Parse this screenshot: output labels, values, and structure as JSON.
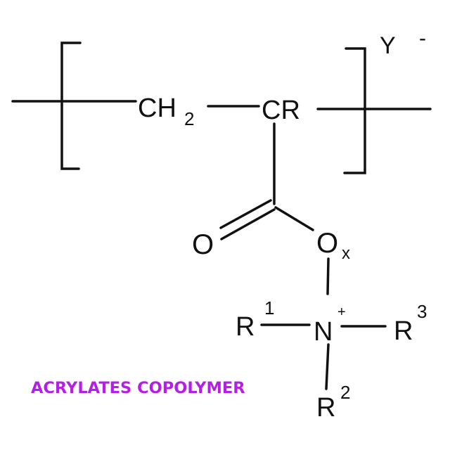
{
  "diagram": {
    "title": "ACRYLATES COPOLYMER",
    "colors": {
      "ink": "#111111",
      "caption": "#b41ee6",
      "background": "#ffffff"
    },
    "atoms": {
      "ch2": "CH",
      "ch2_sub": "2",
      "cr": "CR",
      "counter_ion": "Y",
      "counter_ion_charge": "-",
      "carbonyl_o": "O",
      "ester_o": "O",
      "ester_o_sub": "x",
      "nitrogen": "N",
      "nitrogen_charge": "+",
      "r1": "R",
      "r1_sup": "1",
      "r2": "R",
      "r2_sup": "2",
      "r3": "R",
      "r3_sup": "3"
    }
  }
}
